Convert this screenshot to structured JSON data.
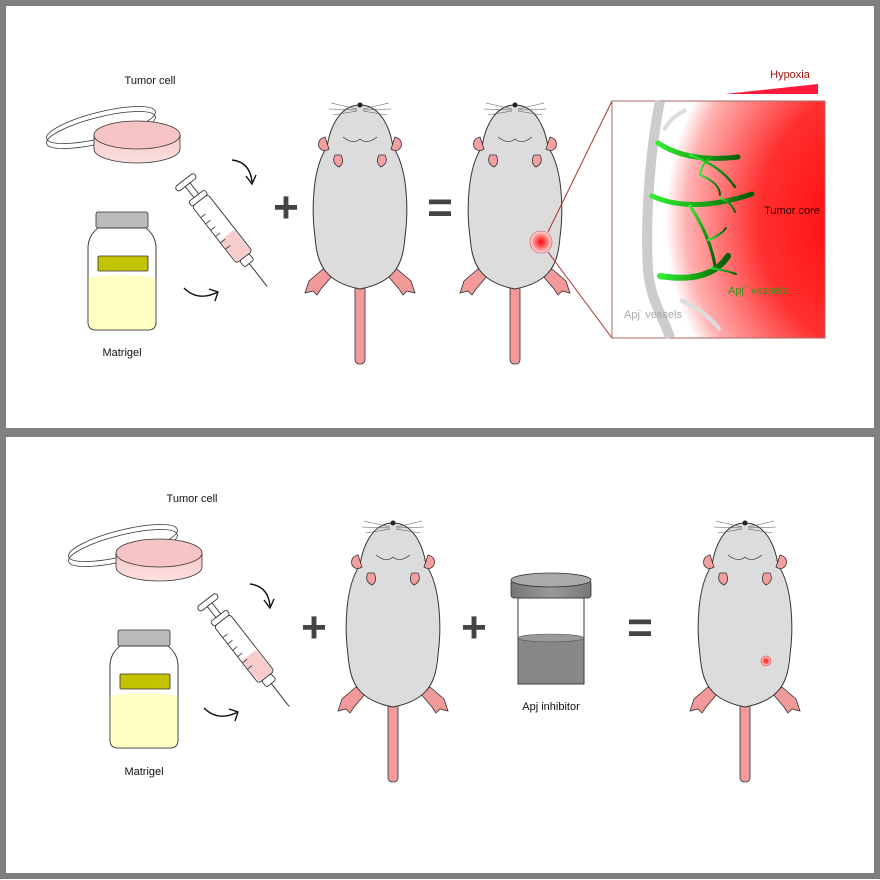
{
  "top_panel": {
    "tumor_cell_label": "Tumor cell",
    "matrigel_label": "Matrigel",
    "plus": "+",
    "equals": "=",
    "inset": {
      "hypoxia_label": "Hypoxia",
      "tumor_core_label": "Tumor core",
      "apj_pos_label": "Apj",
      "apj_pos_sup": "+",
      "apj_pos_suffix": " vessels",
      "apj_neg_label": "Apj",
      "apj_neg_sup": "-",
      "apj_neg_suffix": " vessels"
    }
  },
  "bottom_panel": {
    "tumor_cell_label": "Tumor cell",
    "matrigel_label": "Matrigel",
    "plus1": "+",
    "plus2": "+",
    "equals": "=",
    "inhibitor_label": "Apj inhibitor"
  },
  "colors": {
    "frame": "#808080",
    "tumor_red": "#ff1a1a",
    "vessel_green": "#22cc22",
    "hypoxia_text": "#a01010",
    "apj_pos_text": "#2a9a1a",
    "apj_neg_text": "#aaaaaa"
  }
}
